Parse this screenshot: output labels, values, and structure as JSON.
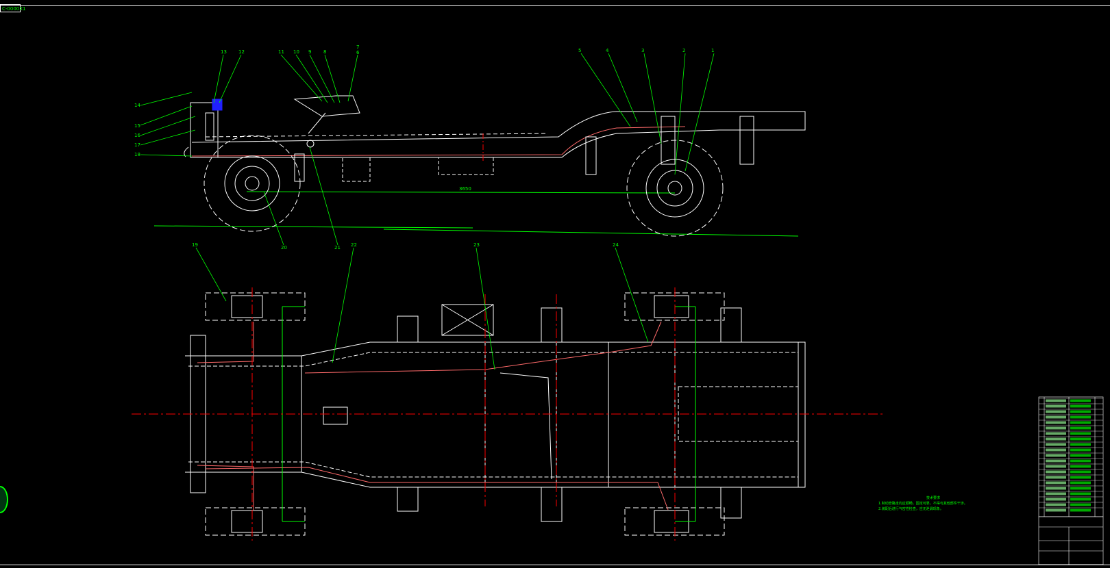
{
  "drawing_id": "C-0000X1",
  "colors": {
    "background": "#000000",
    "outline": "#ffffff",
    "leader": "#00ff00",
    "centerline": "#ff0000",
    "brake_line": "#ff6a6a",
    "component": "#2020ff"
  },
  "side_view": {
    "callouts_top": [
      "13",
      "12",
      "11",
      "10",
      "9",
      "8",
      "7",
      "6",
      "5",
      "4",
      "3",
      "2",
      "1"
    ],
    "callouts_left": [
      "14",
      "15",
      "16",
      "17",
      "18"
    ],
    "callouts_bottom": [
      "20",
      "21"
    ],
    "dimension_label": "3650"
  },
  "plan_view": {
    "callouts_top": [
      "19",
      "22",
      "23",
      "24"
    ]
  },
  "technical_notes": {
    "title": "技术要求",
    "lines": [
      "1.制动管路走向应顺畅，固定可靠，不得与其他部件干涉。",
      "2.装配后进行气密性检查，应无泄漏现象。"
    ]
  },
  "icons": {
    "side_circle": "zoom-circle-icon"
  }
}
